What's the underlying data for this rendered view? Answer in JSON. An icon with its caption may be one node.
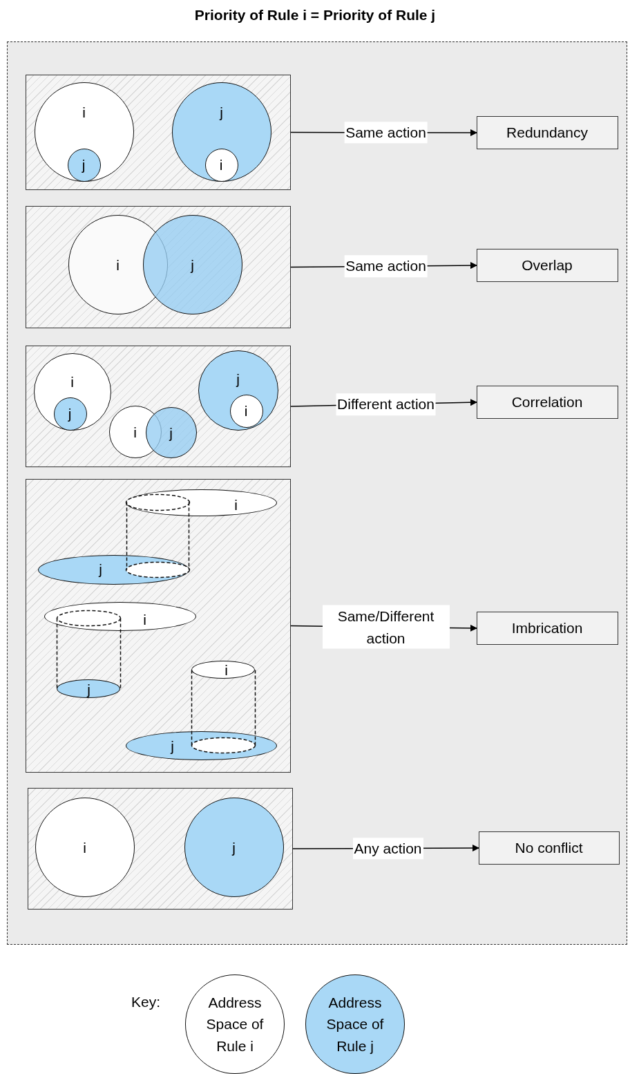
{
  "diagram": {
    "title": "Priority of Rule i = Priority of Rule j",
    "nodes": [
      {
        "text": [],
        "shape": "box"
      },
      {
        "text": [],
        "shape": "box",
        "in": 0
      },
      {
        "text": [
          "i"
        ],
        "in": 1
      },
      {
        "text": [
          "j"
        ],
        "in": 2
      },
      {
        "text": [
          "j"
        ],
        "in": 1
      },
      {
        "text": [
          "i"
        ],
        "in": 4
      },
      {
        "text": [
          "Redundancy"
        ],
        "in": 0
      },
      {
        "text": [],
        "shape": "box",
        "in": 0
      },
      {
        "text": [
          "i"
        ],
        "in": 7
      },
      {
        "text": [
          "j"
        ],
        "in": 7
      },
      {
        "text": [
          "Overlap"
        ],
        "in": 0
      },
      {
        "text": [],
        "shape": "box",
        "in": 0
      },
      {
        "text": [
          "i"
        ],
        "in": 11
      },
      {
        "text": [
          "j"
        ],
        "in": 12
      },
      {
        "text": [
          "j"
        ],
        "in": 11
      },
      {
        "text": [
          "i"
        ],
        "in": 14
      },
      {
        "text": [
          "i"
        ],
        "in": 11
      },
      {
        "text": [
          "j"
        ],
        "in": 11
      },
      {
        "text": [
          "Correlation"
        ],
        "in": 0
      },
      {
        "text": [],
        "shape": "box",
        "in": 0
      },
      {
        "text": [
          "i"
        ],
        "in": 19
      },
      {
        "text": [
          "j"
        ],
        "in": 19
      },
      {
        "text": [
          "i"
        ],
        "in": 19
      },
      {
        "text": [
          "j"
        ],
        "in": 19
      },
      {
        "text": [
          "i"
        ],
        "in": 19
      },
      {
        "text": [
          "j"
        ],
        "in": 19
      },
      {
        "text": [
          "Imbrication"
        ],
        "in": 0
      },
      {
        "text": [],
        "shape": "box",
        "in": 0
      },
      {
        "text": [
          "i"
        ],
        "in": 27
      },
      {
        "text": [
          "j"
        ],
        "in": 27
      },
      {
        "text": [
          "No conflict"
        ],
        "in": 0
      },
      {
        "text": [
          "Address Space of Rule i"
        ]
      },
      {
        "text": [
          "Address Space of Rule j"
        ]
      }
    ],
    "edges": [
      {
        "from": 1,
        "to": 6,
        "arrow": "to",
        "label": "Same action"
      },
      {
        "from": 7,
        "to": 10,
        "arrow": "to",
        "label": "Same action"
      },
      {
        "from": 11,
        "to": 18,
        "arrow": "to",
        "label": "Different action"
      },
      {
        "from": 19,
        "to": 26,
        "arrow": "to",
        "label": "Same/Different action"
      },
      {
        "from": 27,
        "to": 30,
        "arrow": "to",
        "label": "Any action"
      }
    ],
    "labels": [
      "Key:"
    ]
  }
}
